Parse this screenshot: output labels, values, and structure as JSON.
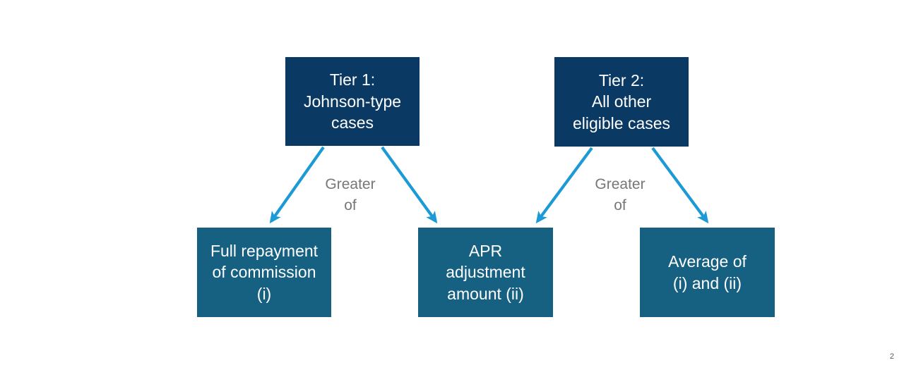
{
  "slide": {
    "page_number": "2",
    "background_color": "#ffffff"
  },
  "colors": {
    "tier_box": "#0a3a64",
    "outcome_box": "#166082",
    "arrow": "#1b9ad6",
    "label_text": "#777777",
    "box_text": "#ffffff"
  },
  "diagram": {
    "tiers": [
      {
        "id": "tier-1",
        "label": "Tier 1:\nJohnson-type\ncases"
      },
      {
        "id": "tier-2",
        "label": "Tier 2:\nAll other\neligible cases"
      }
    ],
    "outcomes": [
      {
        "id": "outcome-full-repayment",
        "label": "Full repayment\nof commission\n(i)"
      },
      {
        "id": "outcome-apr-adjustment",
        "label": "APR\nadjustment\namount (ii)"
      },
      {
        "id": "outcome-average",
        "label": "Average of\n(i) and (ii)"
      }
    ],
    "connector_labels": [
      {
        "id": "greater-of-left",
        "text": "Greater\nof"
      },
      {
        "id": "greater-of-right",
        "text": "Greater\nof"
      }
    ],
    "arrows": [
      {
        "id": "tier1-to-full-repayment",
        "from": "tier-1",
        "to": "outcome-full-repayment"
      },
      {
        "id": "tier1-to-apr-adjustment",
        "from": "tier-1",
        "to": "outcome-apr-adjustment"
      },
      {
        "id": "tier2-to-apr-adjustment",
        "from": "tier-2",
        "to": "outcome-apr-adjustment"
      },
      {
        "id": "tier2-to-average",
        "from": "tier-2",
        "to": "outcome-average"
      }
    ]
  }
}
